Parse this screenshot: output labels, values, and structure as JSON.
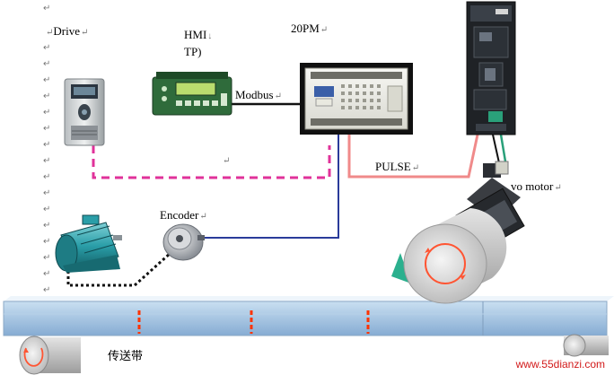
{
  "labels": {
    "drive": "Drive",
    "hmi_line1": "HMI",
    "hmi_line2": "TP)",
    "plc": "20PM",
    "modbus": "Modbus",
    "pulse": "PULSE",
    "servo_motor": "vo motor",
    "encoder": "Encoder",
    "conveyor": "传送带"
  },
  "paragraph_mark": "↵",
  "down_arrow_mark": "↓",
  "watermark": "www.55dianzi.com",
  "colors": {
    "modbus_line": "#111111",
    "drive_plc_dashed": "#e0329a",
    "encoder_line": "#2a3b9a",
    "pulse_line": "#f08a8a",
    "servo_cable": "#2aa07a",
    "motor_cable": "#111111",
    "belt_marker": "#ff3300",
    "conveyor_top": "#dce9f4",
    "conveyor_front": "#a9c7e4",
    "drum_arrow": "#ff5533",
    "watermark": "#d21a1a"
  },
  "icons": {
    "drive": "vfd-drive-icon",
    "hmi": "hmi-panel-icon",
    "plc": "plc-controller-icon",
    "servo_drive": "servo-drive-icon",
    "servo_motor": "servo-motor-icon",
    "induction_motor": "induction-motor-icon",
    "encoder": "rotary-encoder-icon",
    "drum": "conveyor-drum-icon"
  }
}
